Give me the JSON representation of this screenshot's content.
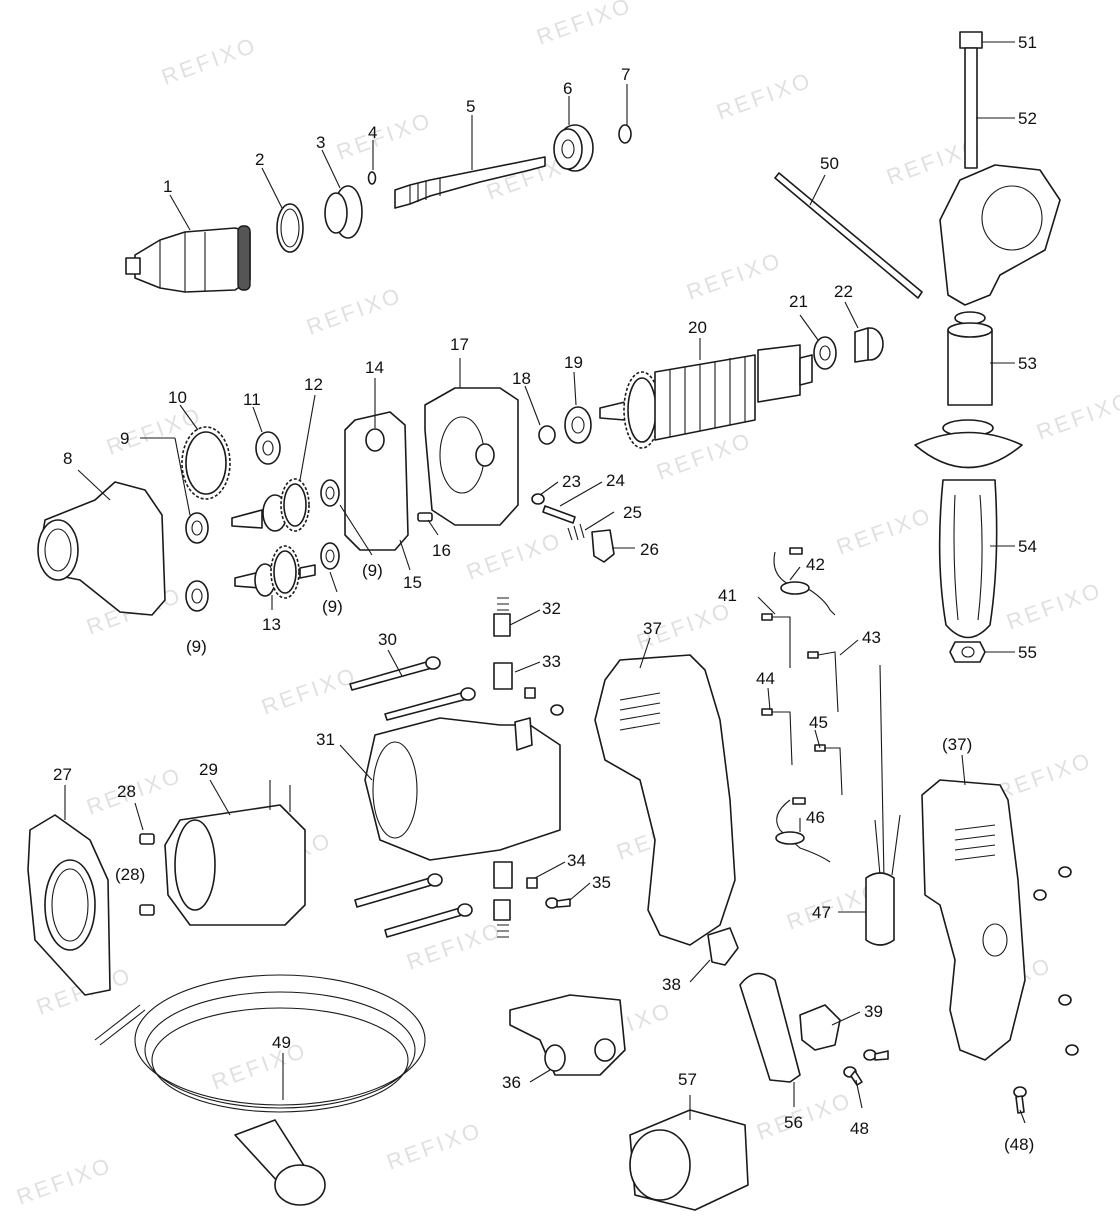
{
  "watermark": "REFIXO",
  "labels": {
    "p1": "1",
    "p2": "2",
    "p3": "3",
    "p4": "4",
    "p5": "5",
    "p6": "6",
    "p7": "7",
    "p8": "8",
    "p9": "9",
    "p9b": "(9)",
    "p9c": "(9)",
    "p9d": "(9)",
    "p10": "10",
    "p11": "11",
    "p12": "12",
    "p13": "13",
    "p14": "14",
    "p15": "15",
    "p16": "16",
    "p17": "17",
    "p18": "18",
    "p19": "19",
    "p20": "20",
    "p21": "21",
    "p22": "22",
    "p23": "23",
    "p24": "24",
    "p25": "25",
    "p26": "26",
    "p27": "27",
    "p28": "28",
    "p28b": "(28)",
    "p29": "29",
    "p30": "30",
    "p31": "31",
    "p32": "32",
    "p33": "33",
    "p34": "34",
    "p35": "35",
    "p36": "36",
    "p37": "37",
    "p37b": "(37)",
    "p38": "38",
    "p39": "39",
    "p41": "41",
    "p42": "42",
    "p43": "43",
    "p44": "44",
    "p45": "45",
    "p46": "46",
    "p47": "47",
    "p48": "48",
    "p48b": "(48)",
    "p49": "49",
    "p50": "50",
    "p51": "51",
    "p52": "52",
    "p53": "53",
    "p54": "54",
    "p55": "55",
    "p56": "56",
    "p57": "57"
  }
}
